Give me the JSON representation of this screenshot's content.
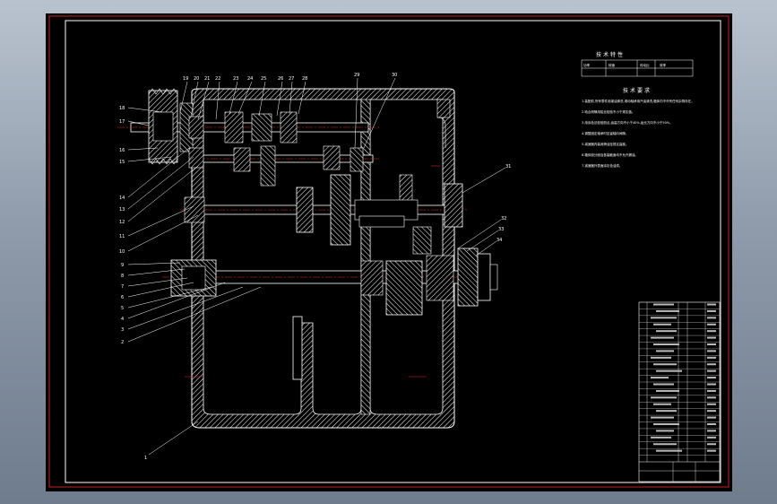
{
  "colors": {
    "background": "#000000",
    "outer_frame": "#cc2222",
    "inner_frame": "#ffffff",
    "outline": "#ffffff",
    "centerline": "#e02a2a",
    "hatch": "#ffffff",
    "leader": "#ffffff",
    "body_fill": "#5a5a5a"
  },
  "left_labels": [
    "18",
    "17",
    "16",
    "15",
    "14",
    "13",
    "12",
    "11",
    "10",
    "9",
    "8",
    "7",
    "6",
    "5",
    "4",
    "3",
    "2"
  ],
  "top_labels": [
    "19",
    "20",
    "21",
    "22",
    "23",
    "24",
    "25",
    "26",
    "27",
    "28",
    "29",
    "30"
  ],
  "right_labels": [
    "31",
    "32",
    "33",
    "34"
  ],
  "bottom_label": "1",
  "tech_requirements": {
    "title": "技术要求",
    "lines": [
      "1.装配前,所有零件用煤油清洗,滚动轴承用汽油清洗,箱体内不许有任何杂物存在。",
      "2.啮合侧隙用铅丝检验不小于规定值。",
      "3.用涂色法检验斑点,齿高方向不小于40%,齿长方向不小于50%。",
      "4.调整固定轴承时应留轴向间隙。",
      "5.减速器内装润滑油至规定高度。",
      "6.箱体剖分面及各接触面均不允许漏油。",
      "7.减速器外表面涂灰色油漆。"
    ]
  },
  "spec_table": {
    "title": "技术特性",
    "headers": [
      "功率",
      "转速",
      "传动比",
      "效率"
    ],
    "values": [
      "",
      "",
      "",
      ""
    ]
  },
  "title_block": {
    "rows": 24
  }
}
